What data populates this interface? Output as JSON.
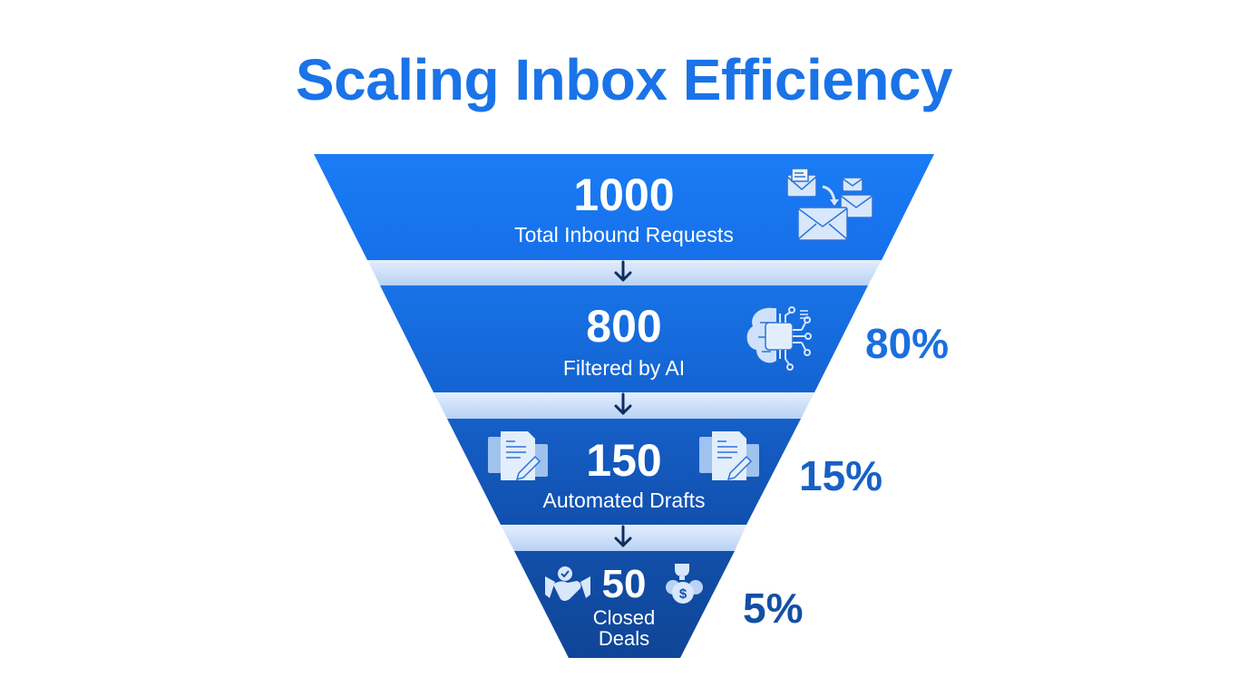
{
  "title": "Scaling Inbox Efficiency",
  "colors": {
    "title": "#1a73e8",
    "stage1": "#1877f2",
    "stage2": "#1669dd",
    "stage3": "#1257bf",
    "stage4": "#1048a0",
    "connector": "#c9ddf8",
    "arrow": "#0d2e5e",
    "icon_fill": "#d8e7fb"
  },
  "stages": [
    {
      "value": "1000",
      "label": "Total Inbound Requests",
      "percent": "",
      "icon": "envelopes-icon"
    },
    {
      "value": "800",
      "label": "Filtered by AI",
      "percent": "80%",
      "icon": "ai-brain-icon"
    },
    {
      "value": "150",
      "label": "Automated Drafts",
      "percent": "15%",
      "icon": "document-edit-icon"
    },
    {
      "value": "50",
      "label_line1": "Closed",
      "label_line2": "Deals",
      "percent": "5%",
      "icon": "handshake-icon"
    }
  ],
  "chart_data": {
    "type": "funnel",
    "title": "Scaling Inbox Efficiency",
    "categories": [
      "Total Inbound Requests",
      "Filtered by AI",
      "Automated Drafts",
      "Closed Deals"
    ],
    "values": [
      1000,
      800,
      150,
      50
    ],
    "percent_labels": [
      "",
      "80%",
      "15%",
      "5%"
    ]
  }
}
